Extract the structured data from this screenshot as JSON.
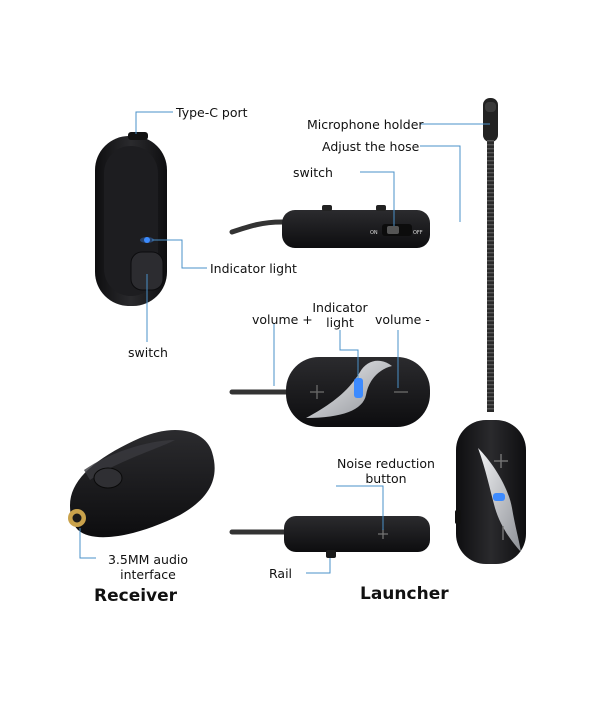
{
  "labels": {
    "type_c_port": "Type-C port",
    "indicator_light_receiver": "Indicator light",
    "switch_receiver": "switch",
    "audio_interface_line1": "3.5MM audio",
    "audio_interface_line2": "interface",
    "microphone_holder": "Microphone holder",
    "adjust_hose": "Adjust the hose",
    "switch_launcher": "switch",
    "volume_plus": "volume +",
    "indicator_light_launcher_line1": "Indicator",
    "indicator_light_launcher_line2": "light",
    "volume_minus": "volume -",
    "noise_reduction_line1": "Noise reduction",
    "noise_reduction_line2": "button",
    "rail": "Rail"
  },
  "headings": {
    "receiver": "Receiver",
    "launcher": "Launcher"
  },
  "device_markings": {
    "switch_on": "ON",
    "switch_off": "OFF"
  },
  "colors": {
    "callout_line": "#4a90c8",
    "device_body": "#1c1c1e",
    "indicator_blue": "#3d8bff",
    "accent_silver": "#c9ccd1"
  }
}
